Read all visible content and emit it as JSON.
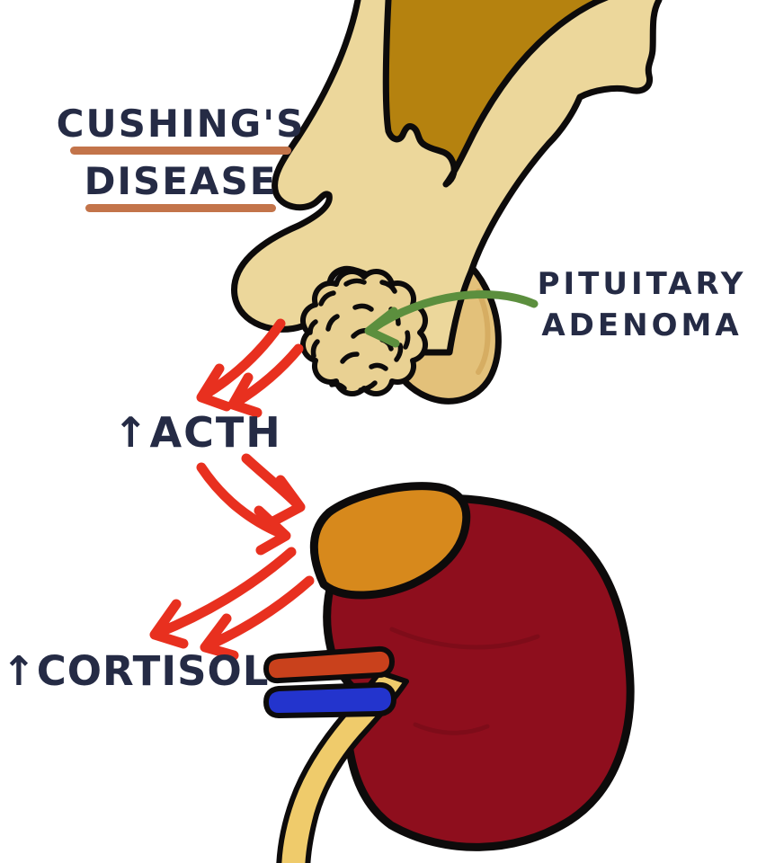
{
  "title": {
    "line1": "CUSHING'S",
    "line2": "DISEASE"
  },
  "annotations": {
    "pituitary_adenoma": {
      "line1": "PITUITARY",
      "line2": "ADENOMA"
    },
    "acth": {
      "arrow": "↑",
      "label": "ACTH"
    },
    "cortisol": {
      "arrow": "↑",
      "label": "CORTISOL"
    }
  },
  "colors": {
    "ink": "#252b45",
    "underline": "#c3744a",
    "red_arrow": "#e8301f",
    "green_arrow": "#5c8f3e",
    "outline": "#0d0b0b",
    "tissue_light": "#ecd79b",
    "hypothalamus_fill": "#b5820f",
    "pituitary_fill": "#e3c17a",
    "pituitary_shade": "#d4ab5f",
    "adenoma_fill": "#e9d193",
    "adrenal_fill": "#d7891c",
    "kidney_fill": "#8e0e1d",
    "kidney_shade": "#730c18",
    "artery_fill": "#c9411c",
    "vein_fill": "#2334cd",
    "ureter_fill": "#efcb6b",
    "background": "#ffffff"
  }
}
